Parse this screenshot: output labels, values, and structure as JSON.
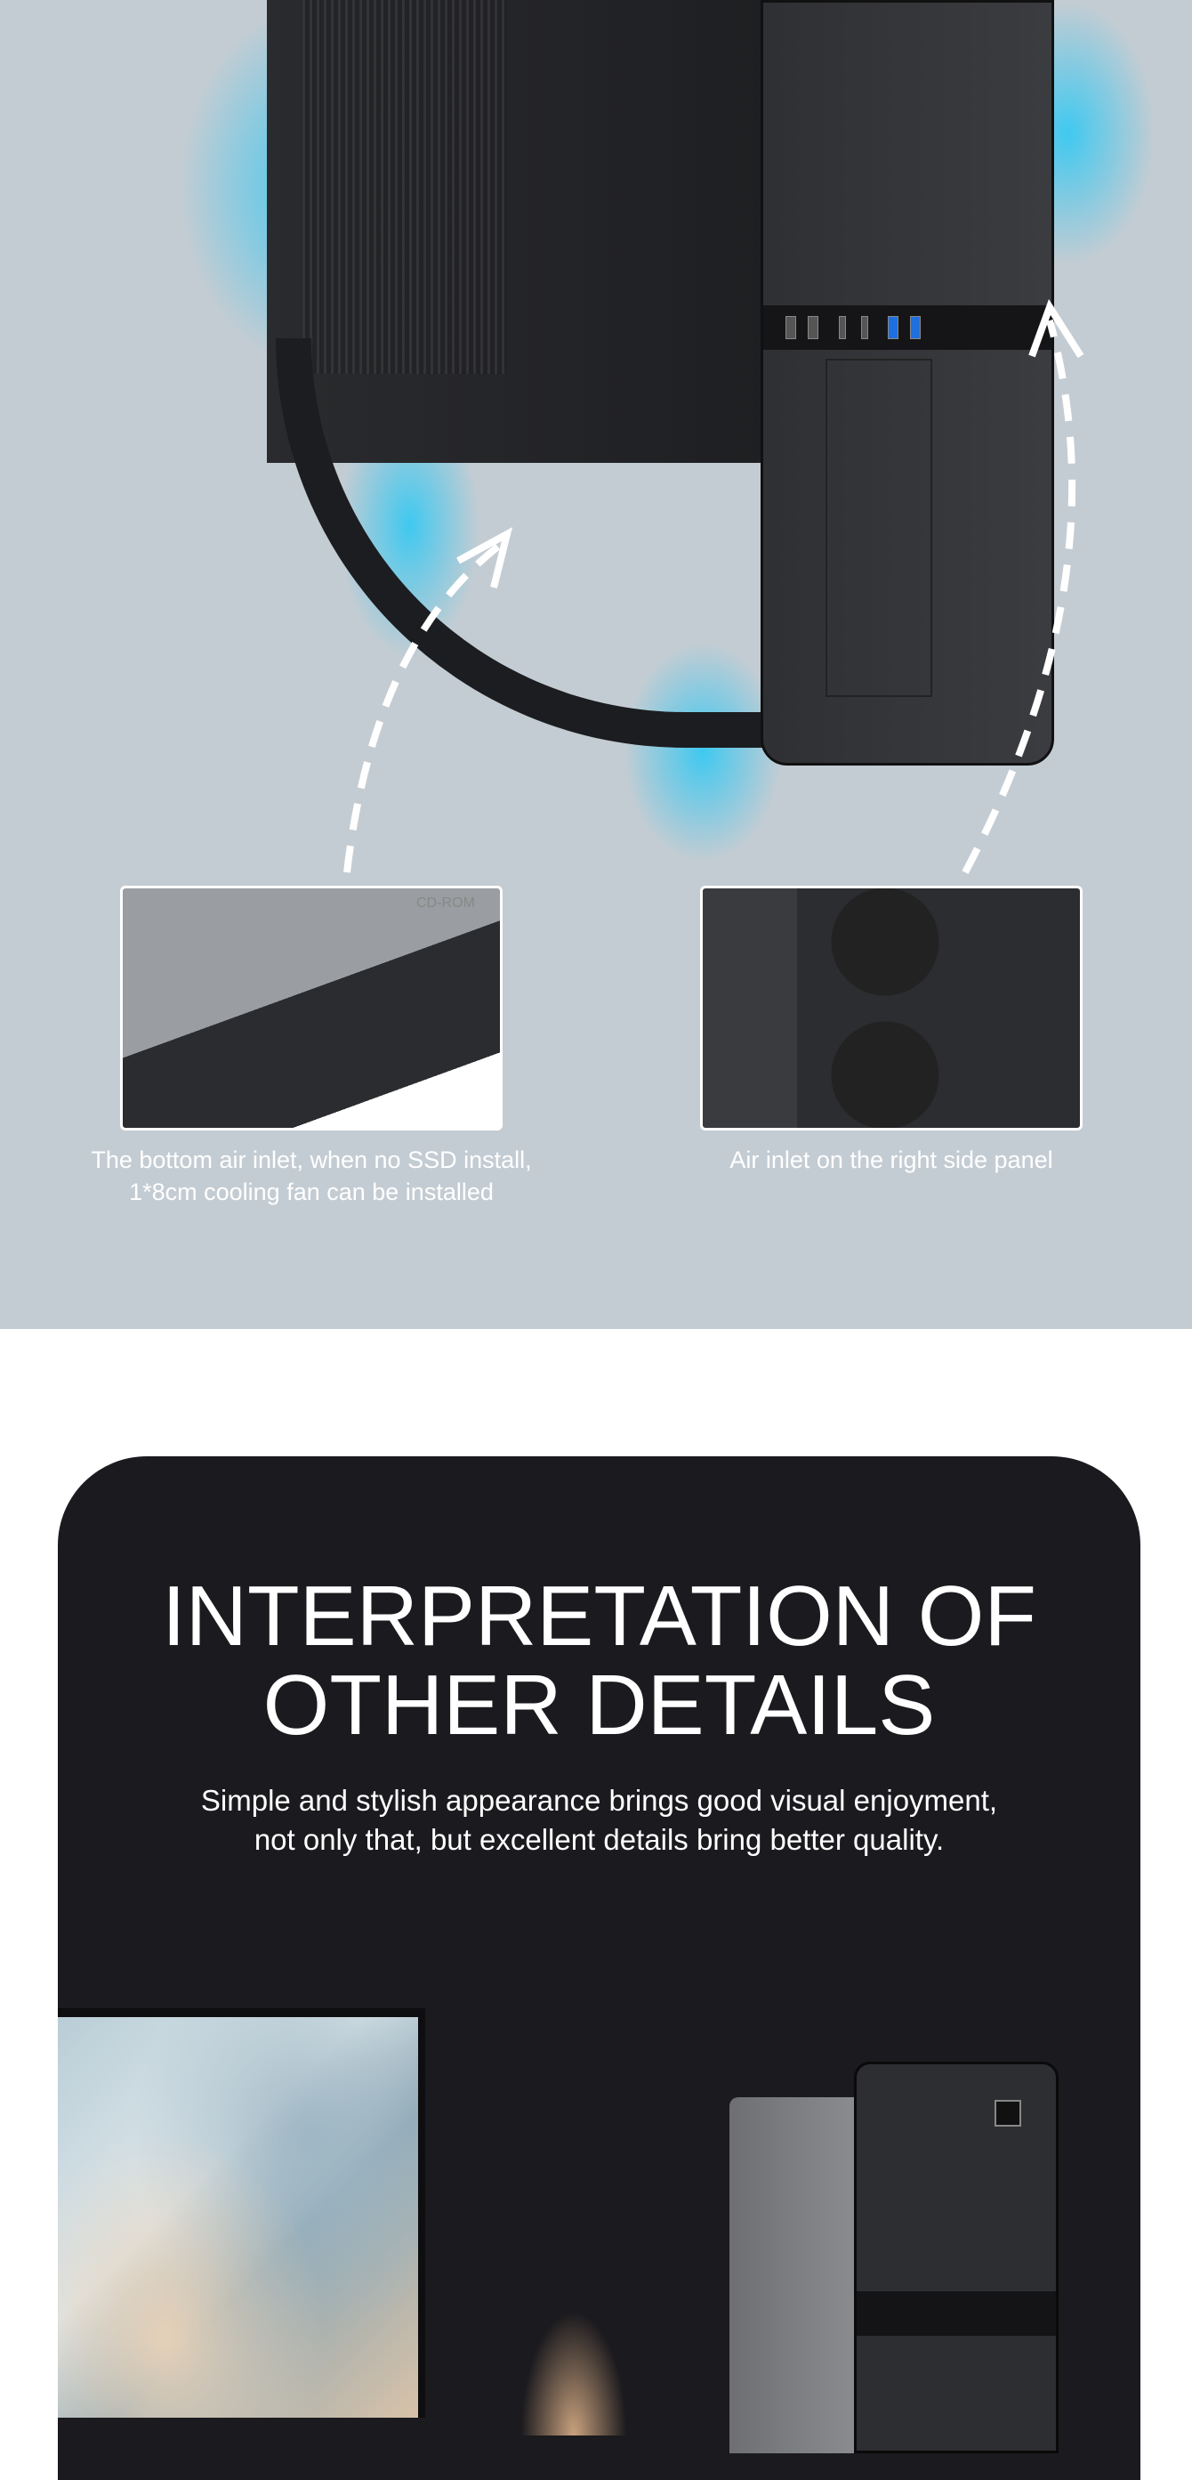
{
  "airflow": {
    "captions": [
      {
        "line1": "The bottom air inlet, when no SSD install,",
        "line2": "1*8cm cooling fan can be installed"
      },
      {
        "line1": "Air inlet on the right side panel"
      }
    ],
    "thumb_label": "CD-ROM",
    "glow_color": "#28c8f5"
  },
  "details": {
    "title_line1": "INTERPRETATION OF",
    "title_line2": "OTHER DETAILS",
    "subtitle_line1": "Simple and stylish appearance brings good visual enjoyment,",
    "subtitle_line2": "not only that, but excellent details bring better quality."
  }
}
